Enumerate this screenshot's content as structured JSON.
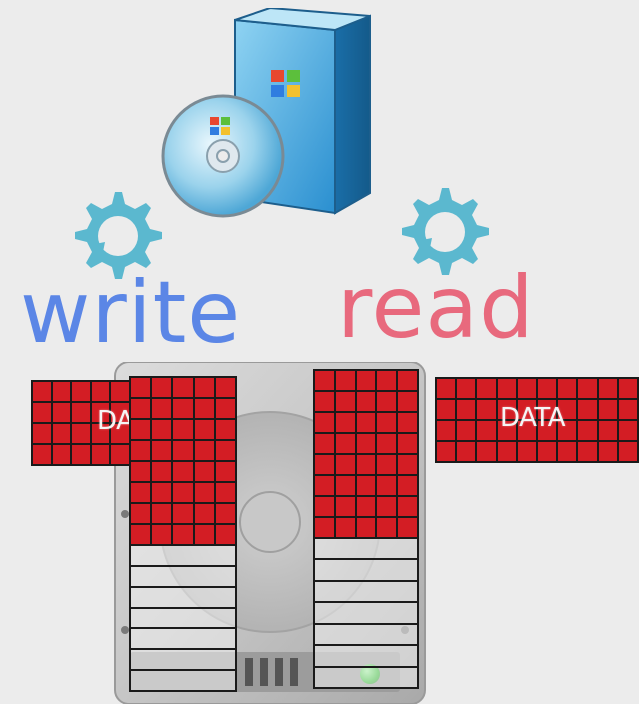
{
  "labels": {
    "write": "write",
    "read": "read",
    "data_left": "DATA",
    "data_right": "DATA"
  },
  "colors": {
    "write": "#5b86e6",
    "read": "#e8697d",
    "gear": "#5bb8cf",
    "data_red": "#d31d24",
    "led": "#2fbf2f"
  },
  "icons": {
    "software_box": "software-box-icon",
    "cd": "cd-disc-icon",
    "gear_left": "gear-icon",
    "gear_right": "gear-icon",
    "drive": "hard-drive-icon"
  }
}
